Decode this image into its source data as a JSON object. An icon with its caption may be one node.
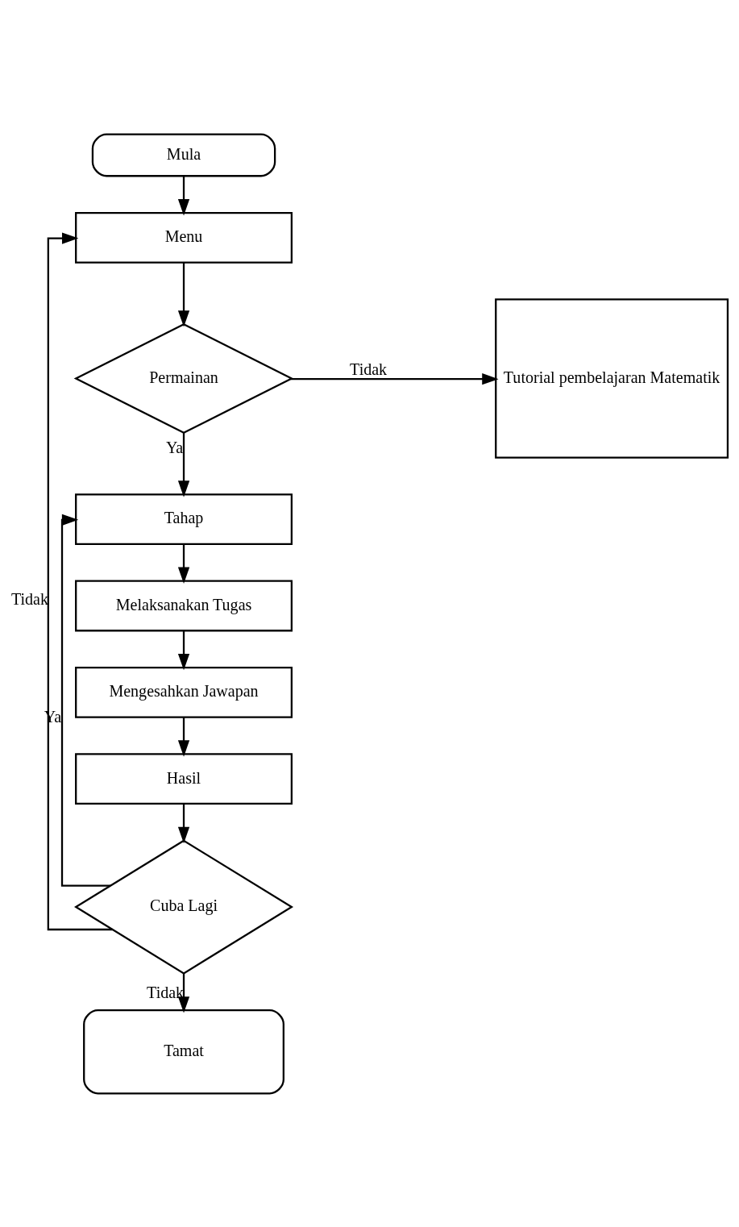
{
  "diagram": {
    "nodes": [
      {
        "text": [
          "Mula"
        ]
      },
      {
        "text": [
          "Menu"
        ]
      },
      {
        "text": [
          "Permainan"
        ]
      },
      {
        "text": [
          "Tutorial pembelajaran Matematik"
        ]
      },
      {
        "text": [
          "Tahap"
        ]
      },
      {
        "text": [
          "Melaksanakan Tugas"
        ]
      },
      {
        "text": [
          "Mengesahkan Jawapan"
        ]
      },
      {
        "text": [
          "Hasil"
        ]
      },
      {
        "text": [
          "Cuba Lagi"
        ]
      },
      {
        "text": [
          "Tamat"
        ]
      }
    ],
    "edges": [
      {
        "from": 0,
        "to": 1,
        "arrow": "to"
      },
      {
        "from": 1,
        "to": 2,
        "arrow": "to"
      },
      {
        "from": 2,
        "to": 3,
        "label": "Tidak",
        "arrow": "to"
      },
      {
        "from": 2,
        "to": 4,
        "label": "Ya",
        "arrow": "to"
      },
      {
        "from": 4,
        "to": 5,
        "arrow": "to"
      },
      {
        "from": 5,
        "to": 6,
        "arrow": "to"
      },
      {
        "from": 6,
        "to": 7,
        "arrow": "to"
      },
      {
        "from": 7,
        "to": 8,
        "arrow": "to"
      },
      {
        "from": 8,
        "to": 4,
        "label": "Ya",
        "arrow": "to"
      },
      {
        "from": 8,
        "to": 9,
        "label": "Tidak",
        "arrow": "to"
      },
      {
        "from": 8,
        "to": 1,
        "label": "Tidak",
        "arrow": "to"
      }
    ]
  }
}
